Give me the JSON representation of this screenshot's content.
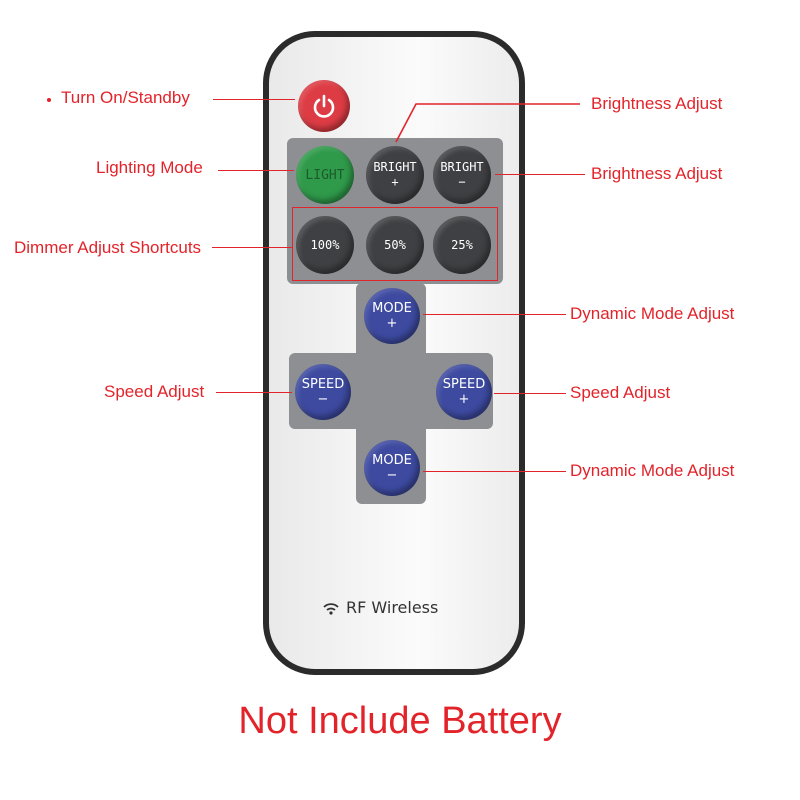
{
  "buttons": {
    "light": "LIGHT",
    "bright_up": [
      "BRIGHT",
      "+"
    ],
    "bright_down": [
      "BRIGHT",
      "−"
    ],
    "pct100": "100%",
    "pct50": "50%",
    "pct25": "25%",
    "mode_up": [
      "MODE",
      "+"
    ],
    "mode_down": [
      "MODE",
      "−"
    ],
    "speed_down": [
      "SPEED",
      "−"
    ],
    "speed_up": [
      "SPEED",
      "+"
    ]
  },
  "brand_text": "RF Wireless",
  "labels": {
    "turn_on": "Turn On/Standby",
    "bright_top": "Brightness Adjust",
    "lighting_mode": "Lighting Mode",
    "bright_second": "Brightness Adjust",
    "dimmer": "Dimmer Adjust Shortcuts",
    "dyn_top": "Dynamic Mode Adjust",
    "speed_left": "Speed Adjust",
    "speed_right": "Speed Adjust",
    "dyn_bottom": "Dynamic Mode Adjust"
  },
  "footer": "Not Include Battery",
  "colors": {
    "annotation": "#e3232a",
    "power": "#dd3c44",
    "light": "#2f9a4a",
    "mode_speed": "#3d4aa0"
  }
}
